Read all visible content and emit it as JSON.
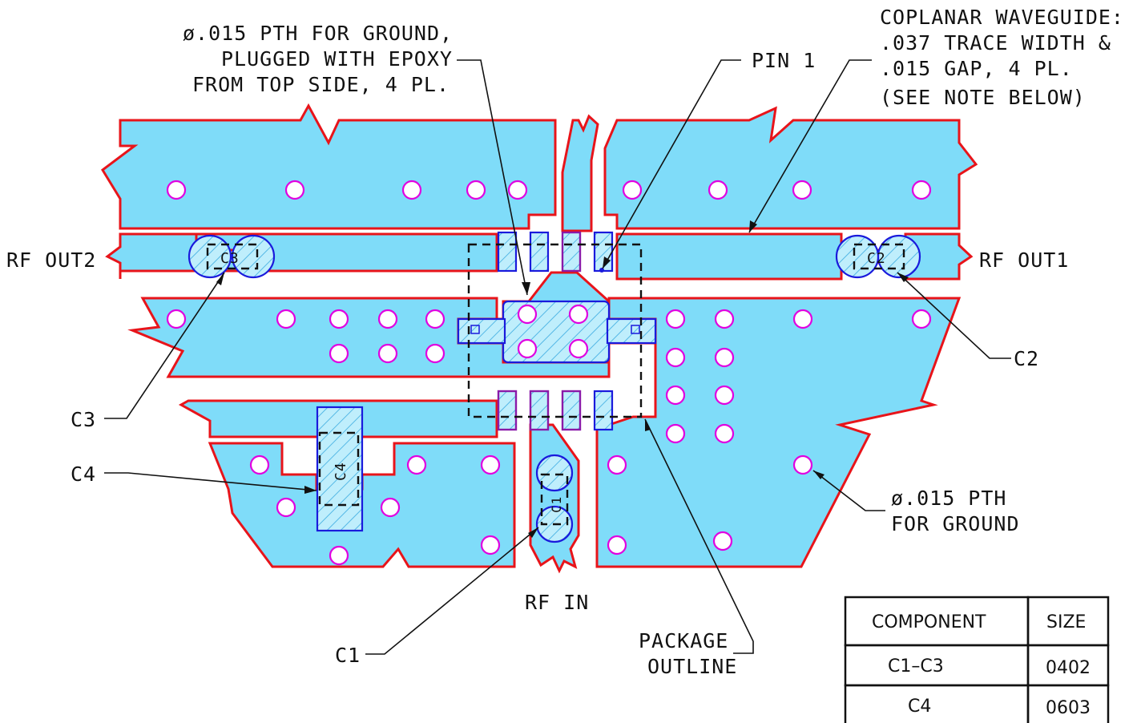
{
  "labels": {
    "pth_ground_top": [
      "ø.015 PTH FOR GROUND,",
      "PLUGGED WITH EPOXY",
      "FROM TOP SIDE, 4 PL."
    ],
    "pin1": "PIN 1",
    "cpw_note": [
      "COPLANAR WAVEGUIDE:",
      ".037 TRACE WIDTH &",
      ".015 GAP, 4 PL.",
      "(SEE NOTE BELOW)"
    ],
    "rf_out2": "RF OUT2",
    "rf_out1": "RF OUT1",
    "rf_in": "RF IN",
    "c1": "C1",
    "c2": "C2",
    "c3": "C3",
    "c4": "C4",
    "pth_ground_bottom": [
      "ø.015 PTH",
      "FOR GROUND"
    ],
    "package_outline": [
      "PACKAGE",
      "OUTLINE"
    ],
    "ref_c1": "C1",
    "ref_c2": "C2",
    "ref_c3": "C3",
    "ref_c4": "C4"
  },
  "table": {
    "headers": [
      "COMPONENT",
      "SIZE"
    ],
    "rows": [
      [
        "C1–C3",
        "0402"
      ],
      [
        "C4",
        "0603"
      ]
    ]
  },
  "colors": {
    "copper_fill": "#7fdcf9",
    "copper_outline": "#e8141a",
    "via_outline": "#e000e0",
    "pad_outline": "#1a1adc"
  }
}
